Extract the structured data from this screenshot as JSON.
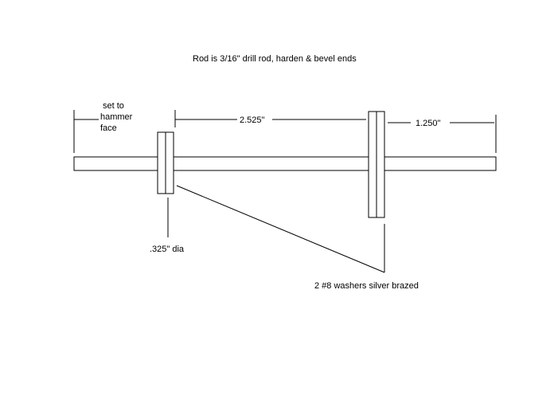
{
  "title": "Rod is 3/16\" drill rod, harden & bevel ends",
  "labels": {
    "set_to_line1": "set to",
    "set_to_line2": "hammer",
    "set_to_line3": "face",
    "dim_middle": "2.525\"",
    "dim_right": "1.250\"",
    "diameter": ".325\" dia",
    "washers": "2 #8 washers silver brazed"
  },
  "colors": {
    "background": "#ffffff",
    "ink": "#000000"
  }
}
